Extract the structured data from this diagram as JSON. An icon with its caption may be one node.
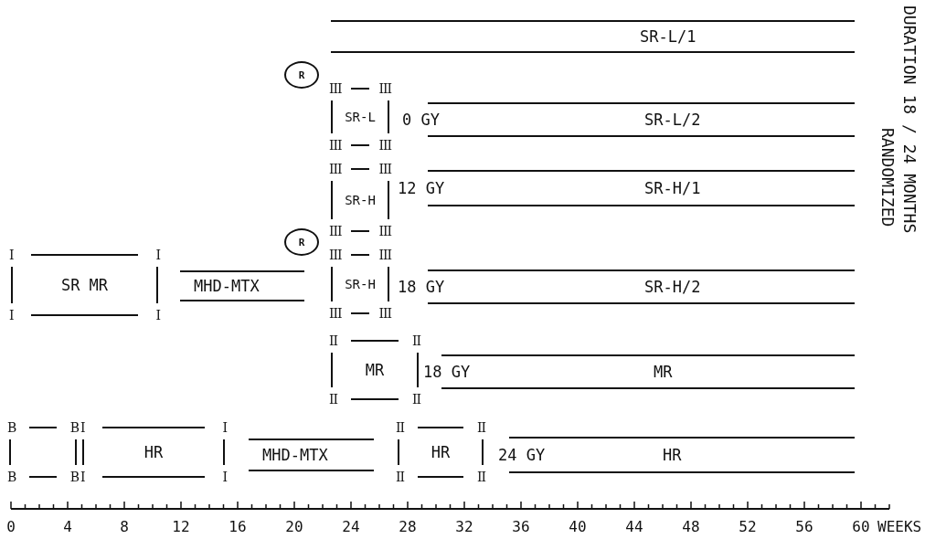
{
  "diagram": {
    "nodes": [
      {
        "text": [
          "SR-L/1"
        ]
      },
      {
        "text": [
          "R"
        ]
      },
      {
        "text": [
          "III",
          "III",
          "SR-L",
          "III",
          "III"
        ]
      },
      {
        "text": [
          "0 GY",
          "SR-L/2"
        ]
      },
      {
        "text": [
          "III",
          "III",
          "SR-H",
          "III",
          "III"
        ]
      },
      {
        "text": [
          "12 GY",
          "SR-H/1"
        ]
      },
      {
        "text": [
          "R"
        ]
      },
      {
        "text": [
          "I",
          "I",
          "SR MR",
          "I",
          "I"
        ]
      },
      {
        "text": [
          "MHD-MTX"
        ]
      },
      {
        "text": [
          "III",
          "III",
          "SR-H",
          "III",
          "III"
        ]
      },
      {
        "text": [
          "18 GY",
          "SR-H/2"
        ]
      },
      {
        "text": [
          "II",
          "II",
          "MR",
          "II",
          "II"
        ]
      },
      {
        "text": [
          "18 GY",
          "MR"
        ]
      },
      {
        "text": [
          "B",
          "B",
          "B",
          "B"
        ]
      },
      {
        "text": [
          "I",
          "I",
          "HR",
          "I",
          "I"
        ]
      },
      {
        "text": [
          "MHD-MTX"
        ]
      },
      {
        "text": [
          "II",
          "II",
          "HR",
          "II",
          "II"
        ]
      },
      {
        "text": [
          "24 GY",
          "HR"
        ]
      }
    ],
    "labels": [
      "0",
      "4",
      "8",
      "12",
      "16",
      "20",
      "24",
      "28",
      "32",
      "36",
      "40",
      "44",
      "48",
      "52",
      "56",
      "60",
      "WEEKS",
      "DURATION 18 / 24 MONTHS",
      "RANDOMIZED"
    ]
  }
}
